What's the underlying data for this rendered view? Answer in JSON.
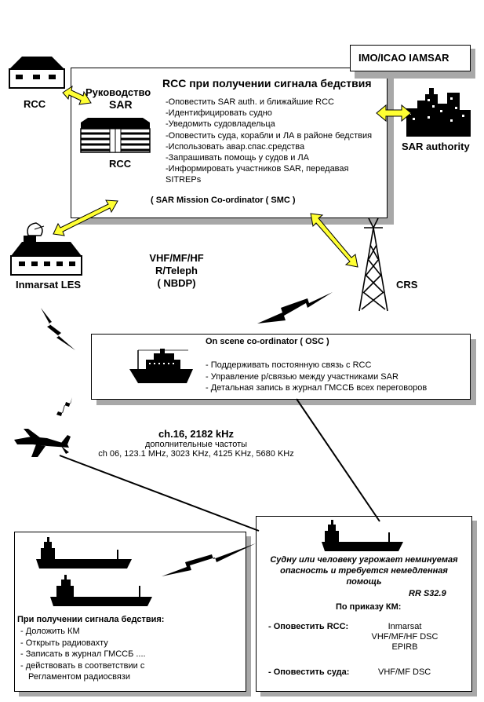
{
  "header": {
    "tag": "IMO/ICAO IAMSAR"
  },
  "rcc_box": {
    "title": "RCC при получении сигнала бедствия",
    "left_label_1": "Руководство",
    "left_label_2": "SAR",
    "building_label": "RCC",
    "actions": [
      "-Оповестить SAR auth. и ближайшие RCC",
      "-Идентифицировать судно",
      "-Уведомить судовладельца",
      "-Оповестить суда, корабли и ЛА в районе бедствия",
      "-Использовать авар.спас.средства",
      "-Запрашивать помощь у судов и ЛА",
      "-Информировать участников SAR, передавая",
      "SITREPs"
    ],
    "footer": "( SAR Mission Co-ordinator  ( SMC )"
  },
  "nodes": {
    "rcc": "RCC",
    "sar_authority": "SAR authority",
    "inmarsat_les": "Inmarsat LES",
    "crs": "CRS"
  },
  "radio_label": {
    "line1": "VHF/MF/HF",
    "line2": "R/Teleph",
    "line3": "( NBDP)"
  },
  "osc_box": {
    "title": "On scene co-ordinator ( OSC )",
    "items": [
      "- Поддерживать постоянную связь с RCC",
      "- Управление р/связью между участниками SAR",
      "- Детальная запись в журнал ГМССБ всех переговоров"
    ]
  },
  "channels": {
    "main": "ch.16, 2182 kHz",
    "extra_title": "дополнительные частоты",
    "extra_list": "ch 06, 123.1 MHz, 3023 KHz, 4125 KHz, 5680 KHz"
  },
  "receiver_box": {
    "title": "При получении сигнала бедствия:",
    "items": [
      "- Доложить КМ",
      "- Открыть радиовахту",
      "- Записать в журнал ГМССБ ....",
      "- действовать  в соответствии  с",
      "   Регламентом радиосвязи"
    ]
  },
  "distress_box": {
    "statement": [
      "Судну или человеку угрожает неминуемая",
      "опасность и требуется немедленная",
      "помощь"
    ],
    "reference": "RR S32.9",
    "order": "По приказу  КМ:",
    "alert_rcc": "- Оповестить  RCC:",
    "rcc_means": [
      "Inmarsat",
      "VHF/MF/HF DSC",
      "EPIRB"
    ],
    "alert_ships": "- Оповестить  суда:",
    "ships_means": "VHF/MF DSC"
  },
  "colors": {
    "arrow_fill": "#ffff33",
    "shadow": "#a8a8a8"
  }
}
